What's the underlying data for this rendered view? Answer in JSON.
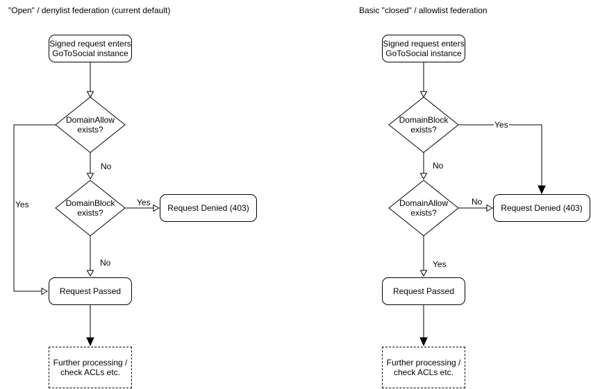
{
  "left": {
    "title": "\"Open\" / denylist federation (current default)",
    "nodes": {
      "start": "Signed request enters\nGoToSocial instance",
      "decision1": "DomainAllow\nexists?",
      "decision2": "DomainBlock\nexists?",
      "denied": "Request Denied (403)",
      "passed": "Request Passed",
      "further": "Further processing /\ncheck ACLs etc."
    },
    "labels": {
      "decision1_yes": "Yes",
      "decision1_no": "No",
      "decision2_yes": "Yes",
      "decision2_no": "No"
    }
  },
  "right": {
    "title": "Basic \"closed\" / allowlist federation",
    "nodes": {
      "start": "Signed request enters\nGoToSocial instance",
      "decision1": "DomainBlock\nexists?",
      "decision2": "DomainAllow\nexists?",
      "denied": "Request Denied (403)",
      "passed": "Request Passed",
      "further": "Further processing /\ncheck ACLs etc."
    },
    "labels": {
      "decision1_yes": "Yes",
      "decision1_no": "No",
      "decision2_no": "No",
      "decision2_yes": "Yes"
    }
  },
  "colors": {
    "stroke": "#000000",
    "shape_fill": "#ffffff",
    "text": "#000000",
    "background": "#ffffff"
  }
}
